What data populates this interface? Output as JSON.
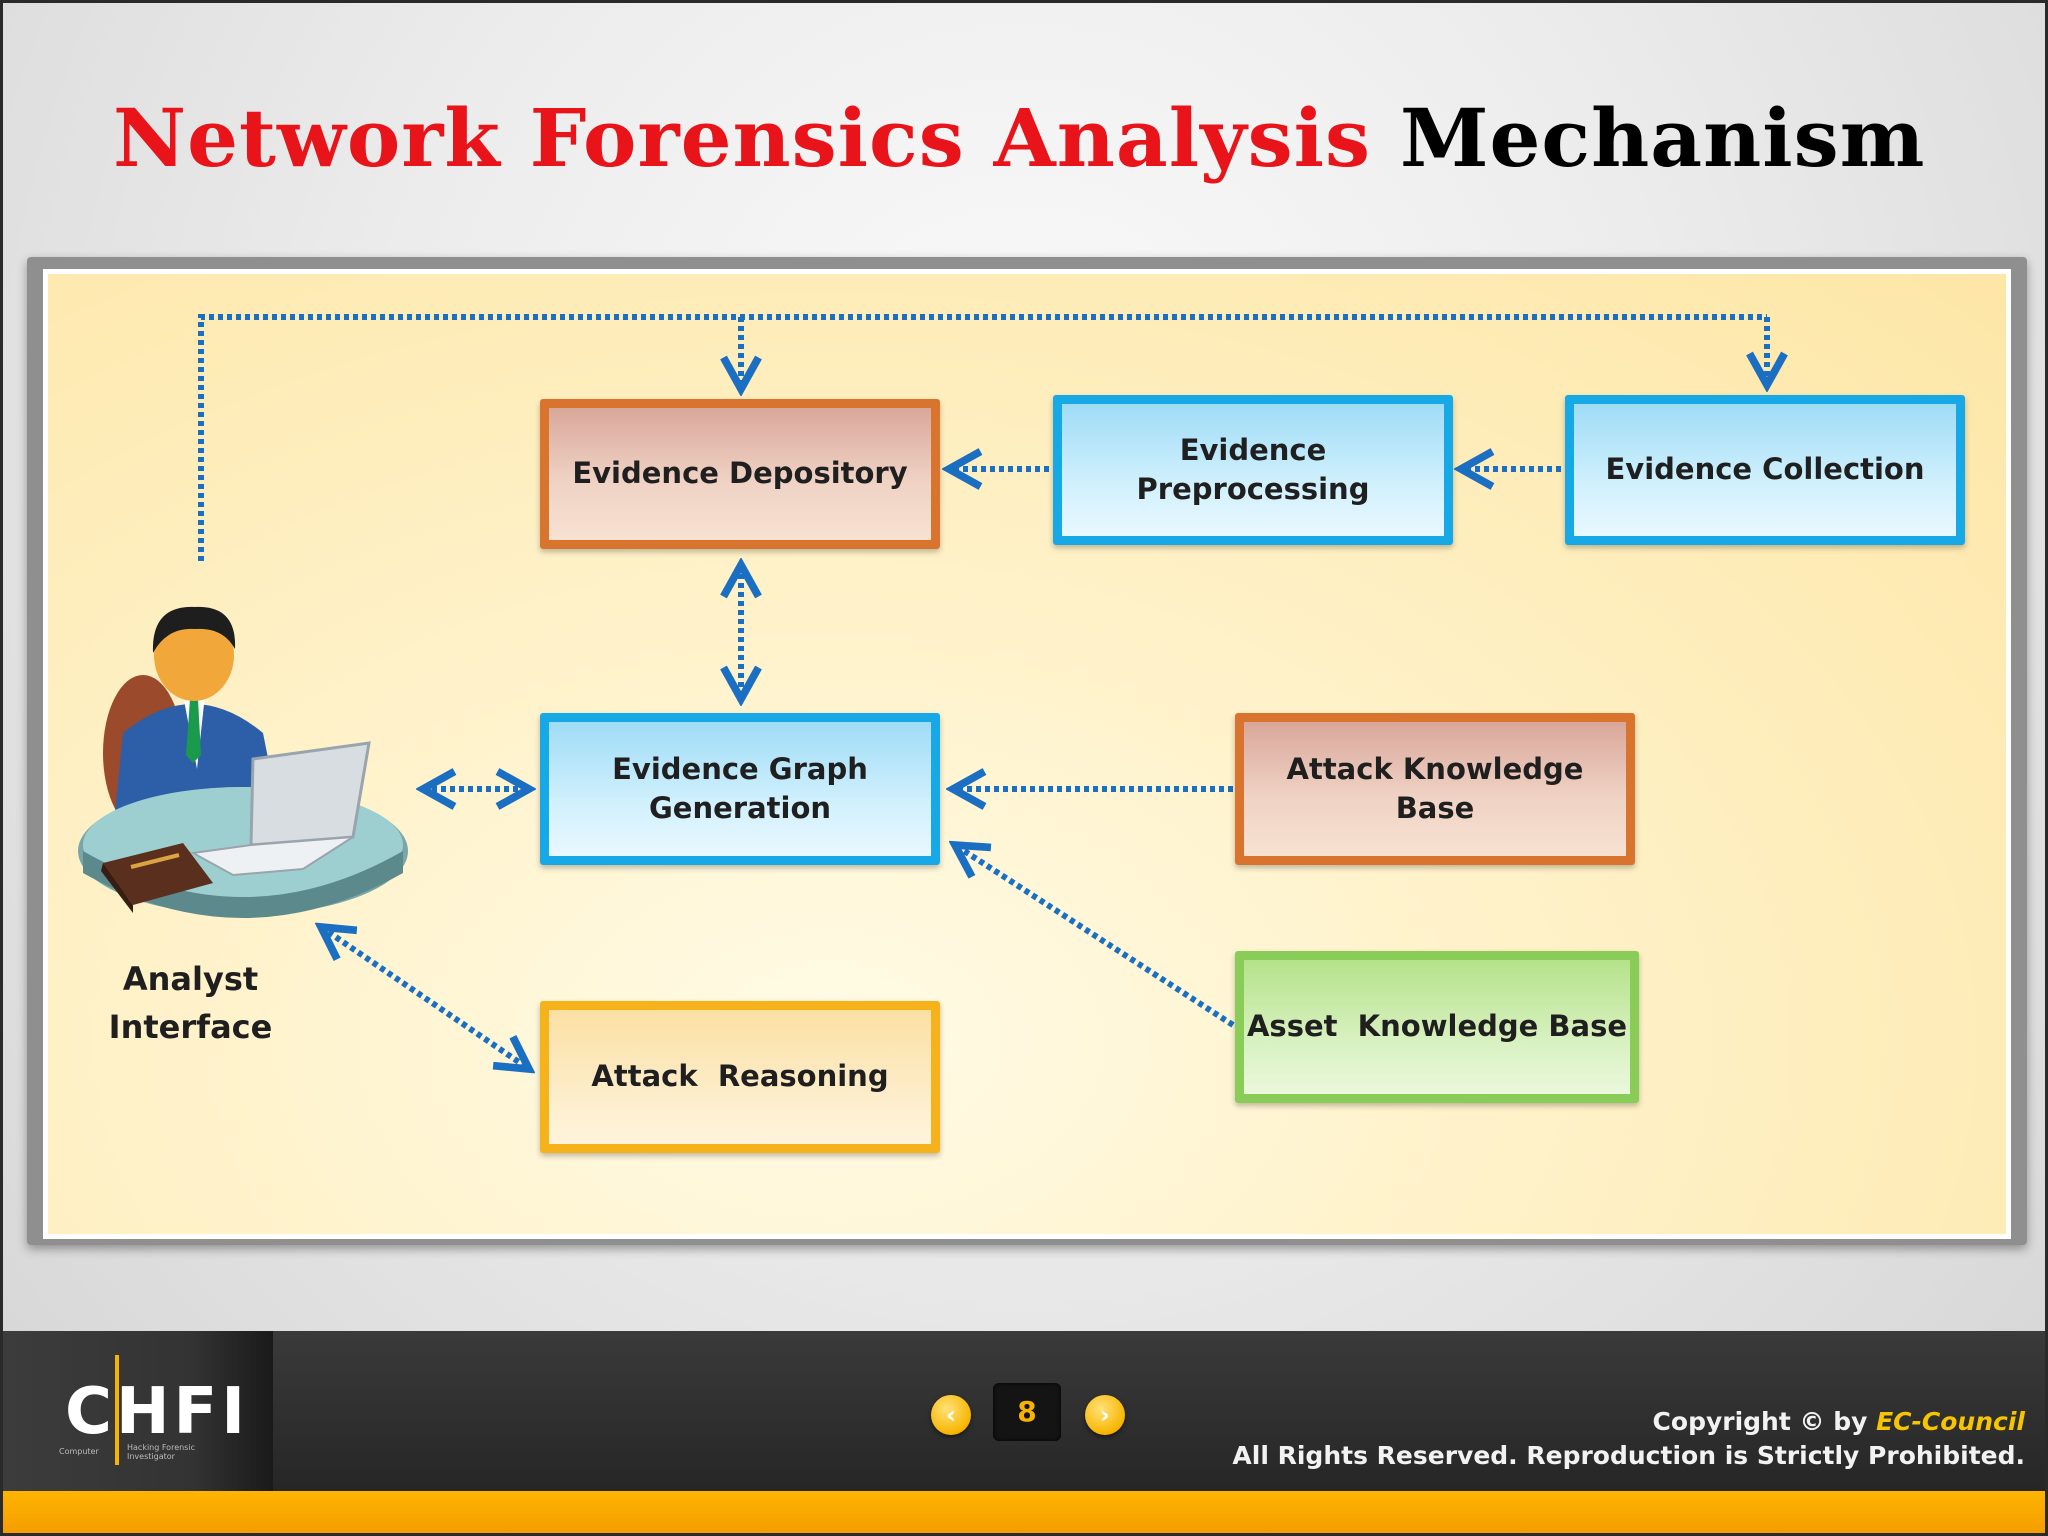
{
  "slide": {
    "title_red": "Network Forensics Analysis",
    "title_black": "Mechanism"
  },
  "diagram": {
    "boxes": {
      "evidence_depository": "Evidence Depository",
      "evidence_preprocessing": "Evidence Preprocessing",
      "evidence_collection": "Evidence Collection",
      "evidence_graph_generation": "Evidence Graph Generation",
      "attack_knowledge_base": "Attack Knowledge Base",
      "asset_knowledge_base": "Asset  Knowledge Base",
      "attack_reasoning": "Attack  Reasoning"
    },
    "analyst_label_line1": "Analyst",
    "analyst_label_line2": "Interface",
    "colors": {
      "arrow": "#1b6fc2",
      "orange": "#d9742f",
      "blue": "#17a9e6",
      "yellow": "#f6b21a",
      "green": "#89cc57"
    }
  },
  "footer": {
    "logo_text": "CHFI",
    "logo_sub_left": "Computer",
    "logo_sub_right": "Hacking Forensic Investigator",
    "prev_icon": "chevron-left-icon",
    "next_icon": "chevron-right-icon",
    "prev_glyph": "‹",
    "next_glyph": "›",
    "page_number": "8",
    "copyright_prefix": "Copyright © by ",
    "copyright_brand": "EC-Council",
    "rights": "All Rights Reserved. Reproduction is Strictly Prohibited."
  }
}
